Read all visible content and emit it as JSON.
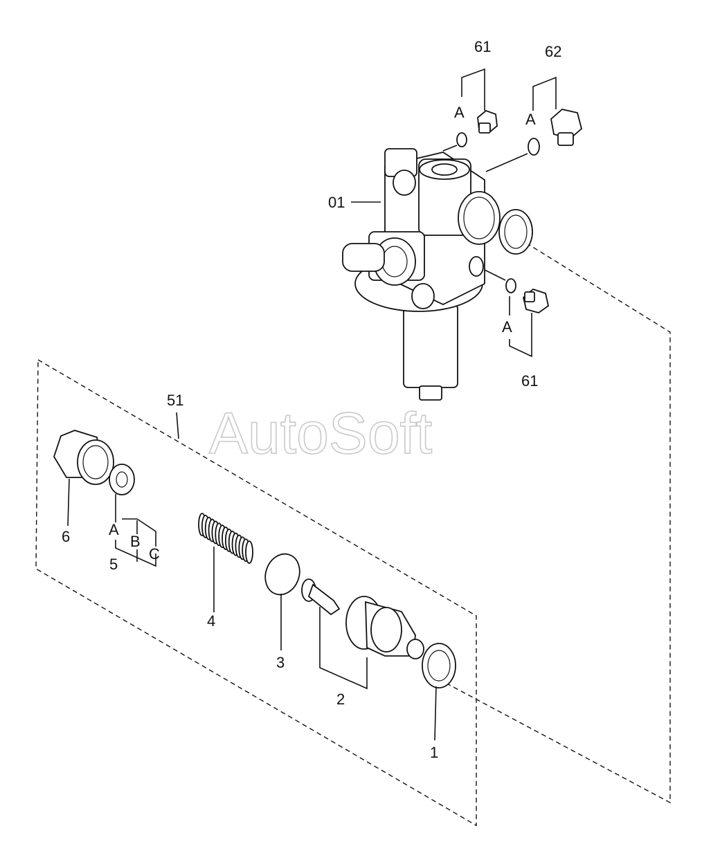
{
  "watermark": "AutoSoft",
  "labels": {
    "p61_top": "61",
    "p62": "62",
    "a_top1": "A",
    "a_top2": "A",
    "p01": "01",
    "a_right": "A",
    "p61_right": "61",
    "p51": "51",
    "p6": "6",
    "a_left": "A",
    "b_left": "B",
    "c_left": "C",
    "p5": "5",
    "p4": "4",
    "p3": "3",
    "p2": "2",
    "p1": "1"
  }
}
